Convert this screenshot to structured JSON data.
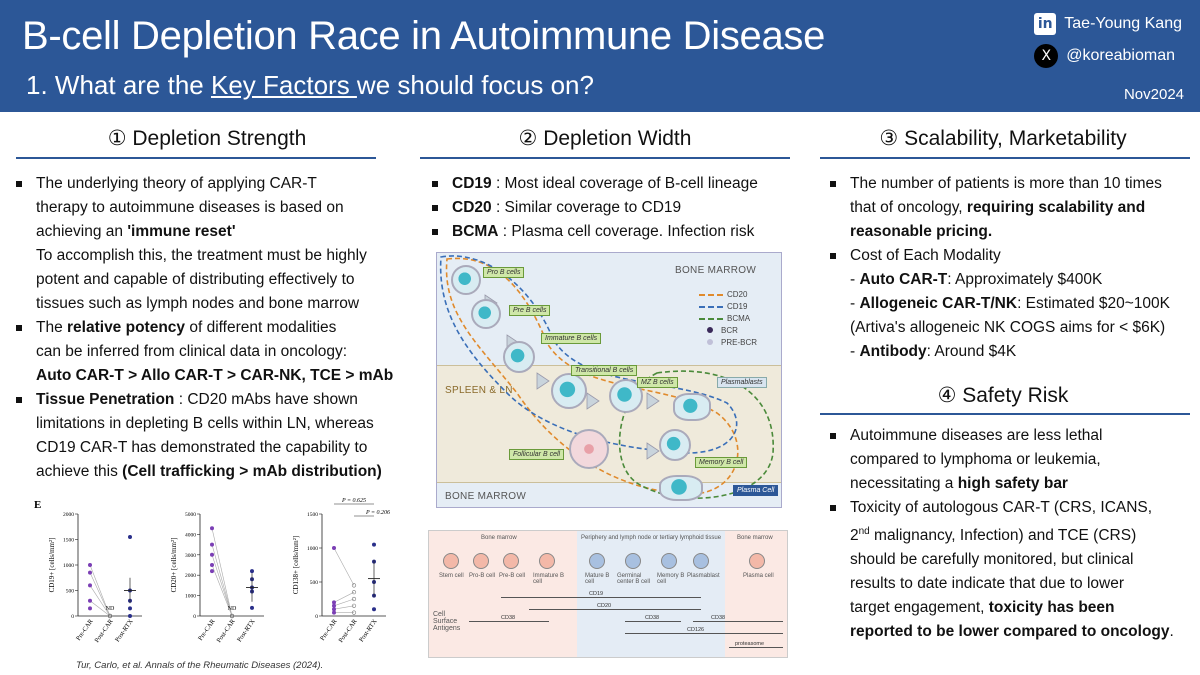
{
  "header": {
    "title": "B-cell Depletion Race in Autoimmune Disease",
    "subtitle_pre": "1. What are the ",
    "subtitle_key": "Key Factors ",
    "subtitle_post": "we should focus on?",
    "linkedin_name": "Tae-Young Kang",
    "x_handle": "@koreabioman",
    "date": "Nov2024"
  },
  "sections": {
    "s1": "① Depletion Strength",
    "s2": "② Depletion Width",
    "s3": "③ Scalability, Marketability",
    "s4": "④ Safety Risk"
  },
  "col1": {
    "b1_l1": "The underlying theory of applying CAR-T",
    "b1_l2": "therapy to autoimmune diseases is based on",
    "b1_l3_pre": "achieving an ",
    "b1_l3_bold": "'immune reset'",
    "b1_l4": "To accomplish this, the treatment must be highly",
    "b1_l5": "potent and capable of distributing effectively to",
    "b1_l6": "tissues such as lymph nodes and bone marrow",
    "b2_l1_pre": "The ",
    "b2_l1_bold": "relative potency",
    "b2_l1_post": " of different modalities",
    "b2_l2": "can be inferred from clinical data in oncology:",
    "b2_l3": "Auto CAR-T > Allo CAR-T > CAR-NK, TCE > mAb",
    "b3_l1_bold": "Tissue Penetration",
    "b3_l1_post": " : CD20 mAbs have shown",
    "b3_l2": "limitations in depleting B cells within LN, whereas",
    "b3_l3": "CD19 CAR-T has demonstrated the capability to",
    "b3_l4_pre": "achieve this ",
    "b3_l4_bold": "(Cell trafficking > mAb distribution)"
  },
  "col2": {
    "cd19_bold": "CD19",
    "cd19_text": " : Most ideal coverage of B-cell lineage",
    "cd20_bold": "CD20",
    "cd20_text": " : Similar coverage to CD19",
    "bcma_bold": "BCMA",
    "bcma_text": " : Plasma cell coverage. Infection risk"
  },
  "col3": {
    "b1_l1": "The number of patients is more than 10 times",
    "b1_l2_pre": "that of oncology, ",
    "b1_l2_bold": "requiring scalability and",
    "b1_l3_bold": "reasonable pricing.",
    "b2_l1": "Cost of Each Modality",
    "auto_bold": "Auto CAR-T",
    "auto_text": ": Approximately $400K",
    "allo_bold": "Allogeneic CAR-T/NK",
    "allo_text": ": Estimated $20~100K",
    "allo_note": "(Artiva's allogeneic NK COGS aims for < $6K)",
    "ab_bold": "Antibody",
    "ab_text": ": Around $4K"
  },
  "col4": {
    "b1_l1": "Autoimmune diseases are less lethal",
    "b1_l2": "compared to lymphoma or leukemia,",
    "b1_l3_pre": "necessitating a ",
    "b1_l3_bold": "high safety bar",
    "b2_l1": "Toxicity of autologous CAR-T (CRS, ICANS,",
    "b2_l2_sup": "nd",
    "b2_l2_post": " malignancy, Infection) and TCE (CRS)",
    "b2_l3": "should be carefully monitored, but clinical",
    "b2_l4": "results to date indicate that due to lower",
    "b2_l5_pre": "target engagement, ",
    "b2_l5_bold": "toxicity has been",
    "b2_l6_bold": "reported to be lower compared to oncology",
    "b2_l6_post": "."
  },
  "diagram1": {
    "bone_marrow_top": "BONE MARROW",
    "spleen_ln": "SPLEEN & LN",
    "bone_marrow_bottom": "BONE MARROW",
    "cells": [
      "Pro B cells",
      "Pre B cells",
      "Immature B cells",
      "Transitional B cells",
      "MZ B cells",
      "Plasmablasts",
      "Follicular B cell",
      "Memory B cell",
      "Plasma Cell"
    ],
    "legend": [
      "CD20",
      "CD19",
      "BCMA",
      "BCR",
      "PRE-BCR"
    ],
    "colors": {
      "cd20": "#e08a2c",
      "cd19": "#3a6fb8",
      "bcma": "#4a8a3a"
    }
  },
  "diagram2": {
    "zones": [
      "Bone marrow",
      "Periphery and lymph node or tertiary lymphoid tissue",
      "Bone marrow"
    ],
    "cells": [
      "Stem cell",
      "Pro-B cell",
      "Pre-B cell",
      "Immature B cell",
      "Mature B cell",
      "Germinal center B cell",
      "Memory B cell",
      "Plasmablast",
      "Plasma cell"
    ],
    "antigens_label": "Cell Surface Antigens",
    "bars": [
      "CD19",
      "CD20",
      "CD38",
      "CD38",
      "CD38",
      "CD126",
      "proteasome"
    ]
  },
  "chart_data": {
    "type": "scatter",
    "panel_label": "E",
    "panels": [
      {
        "ylabel": "CD19+ [cells/mm²]",
        "yticks": [
          0,
          500,
          1000,
          1500,
          2000
        ],
        "ylim": [
          0,
          2000
        ],
        "categories": [
          "Pre-CAR",
          "Post-CAR",
          "Post-RTX"
        ],
        "pre": [
          1000,
          850,
          600,
          300,
          150
        ],
        "post_car": [
          0,
          0,
          0,
          0
        ],
        "post_rtx": [
          1550,
          500,
          300,
          150,
          0
        ],
        "annotation": "ND",
        "p_values": []
      },
      {
        "ylabel": "CD20+ [cells/mm²]",
        "yticks": [
          0,
          1000,
          2000,
          3000,
          4000,
          5000
        ],
        "ylim": [
          0,
          5000
        ],
        "categories": [
          "Pre-CAR",
          "Post-CAR",
          "Post-RTX"
        ],
        "pre": [
          4300,
          3500,
          3000,
          2500,
          2200
        ],
        "post_car": [
          0,
          0,
          0,
          0
        ],
        "post_rtx": [
          2200,
          1800,
          1400,
          1200,
          400
        ],
        "annotation": "ND",
        "p_values": []
      },
      {
        "ylabel": "CD138+ [cells/mm²]",
        "yticks": [
          0,
          500,
          1000,
          1500
        ],
        "ylim": [
          0,
          1500
        ],
        "categories": [
          "Pre-CAR",
          "Post-CAR",
          "Post-RTX"
        ],
        "pre": [
          1000,
          200,
          150,
          100,
          50
        ],
        "post_car": [
          450,
          350,
          250,
          150,
          50
        ],
        "post_rtx": [
          1050,
          800,
          500,
          300,
          100
        ],
        "annotation": "",
        "p_values": [
          "P = 0.625",
          "P = 0.206"
        ]
      }
    ]
  },
  "citation": "Tur, Carlo, et al. Annals of the Rheumatic Diseases (2024)."
}
